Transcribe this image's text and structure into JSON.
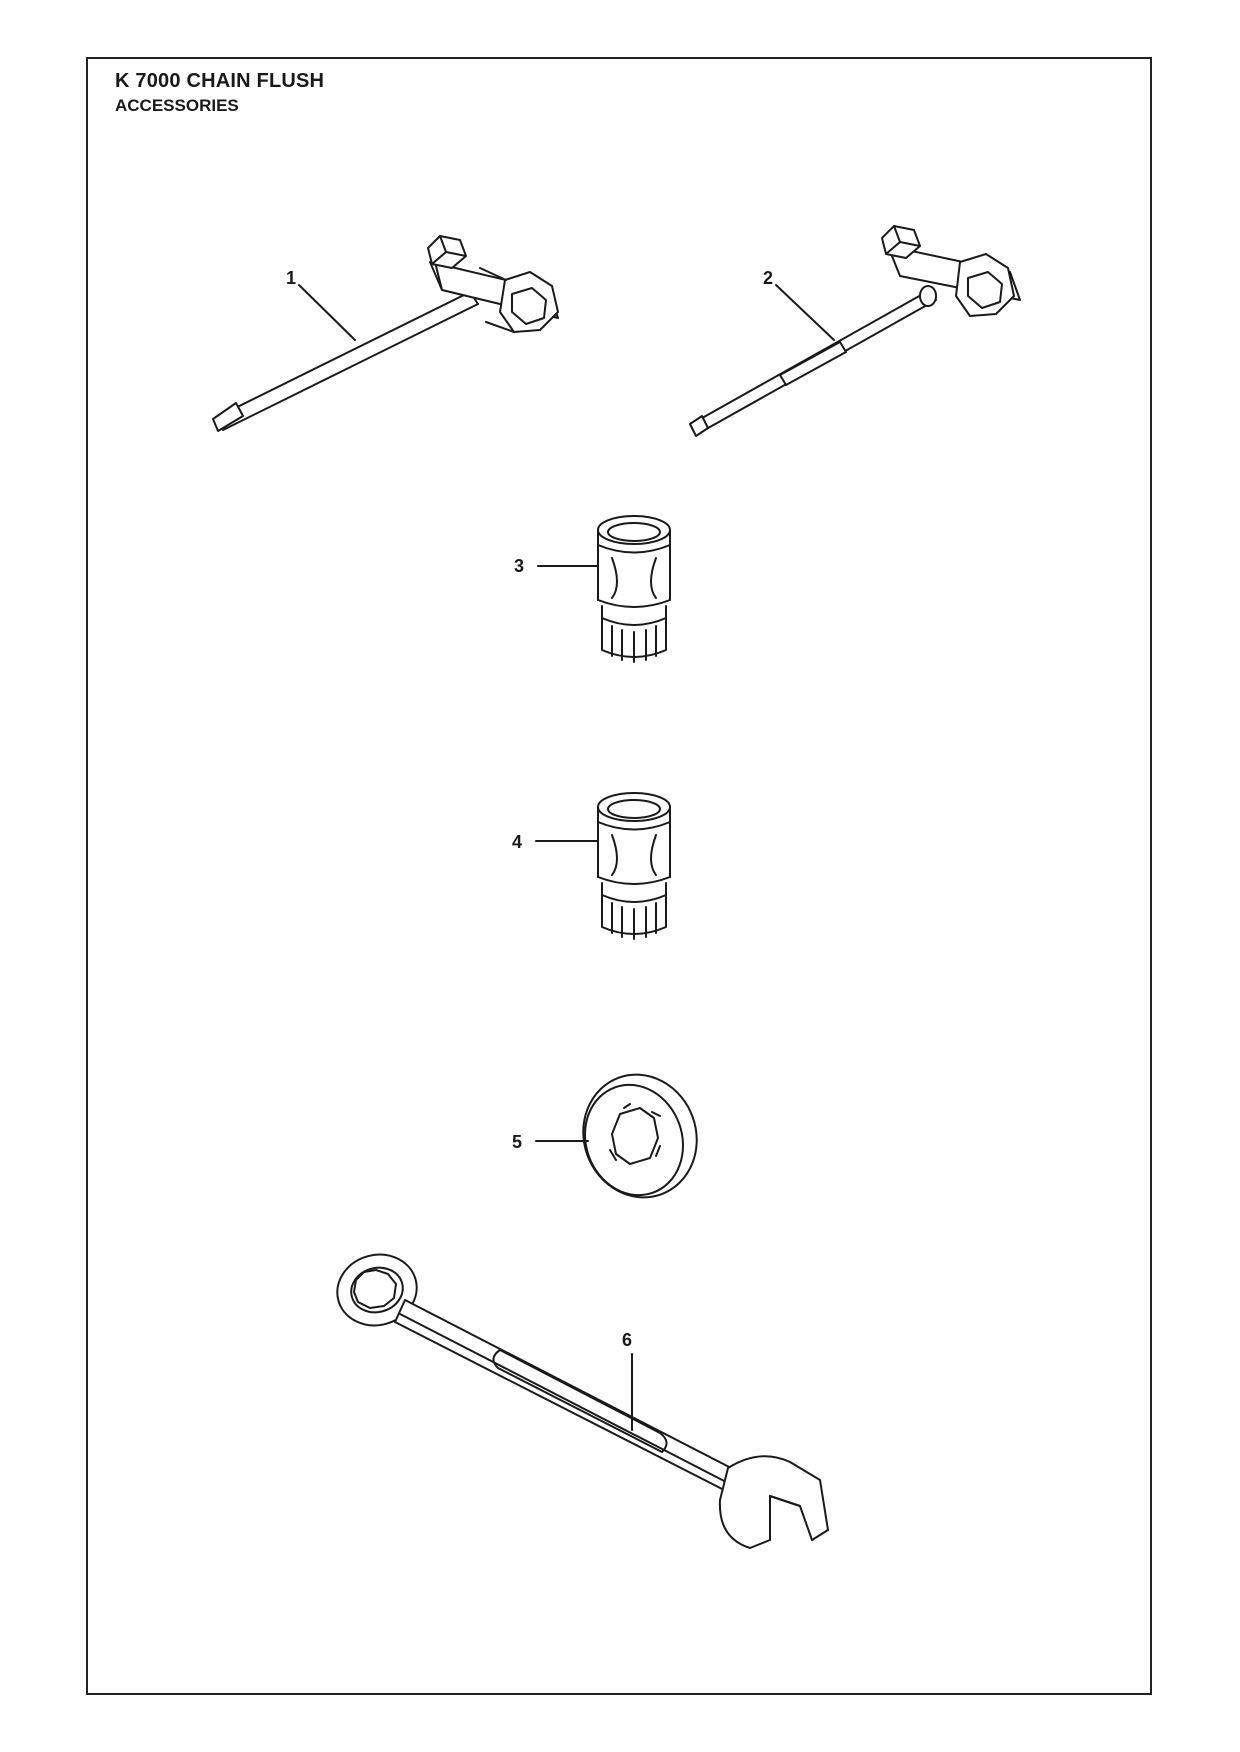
{
  "header": {
    "title": "K 7000 CHAIN FLUSH",
    "subtitle": "ACCESSORIES"
  },
  "parts": [
    {
      "ref": "1",
      "icon": "combination-spanner-screwdriver-icon"
    },
    {
      "ref": "2",
      "icon": "combination-spanner-torx-icon"
    },
    {
      "ref": "3",
      "icon": "hose-coupling-icon"
    },
    {
      "ref": "4",
      "icon": "hose-coupling-icon"
    },
    {
      "ref": "5",
      "icon": "thrust-washer-icon"
    },
    {
      "ref": "6",
      "icon": "combination-wrench-icon"
    }
  ],
  "colors": {
    "line": "#1a1a1a",
    "background": "#ffffff"
  }
}
